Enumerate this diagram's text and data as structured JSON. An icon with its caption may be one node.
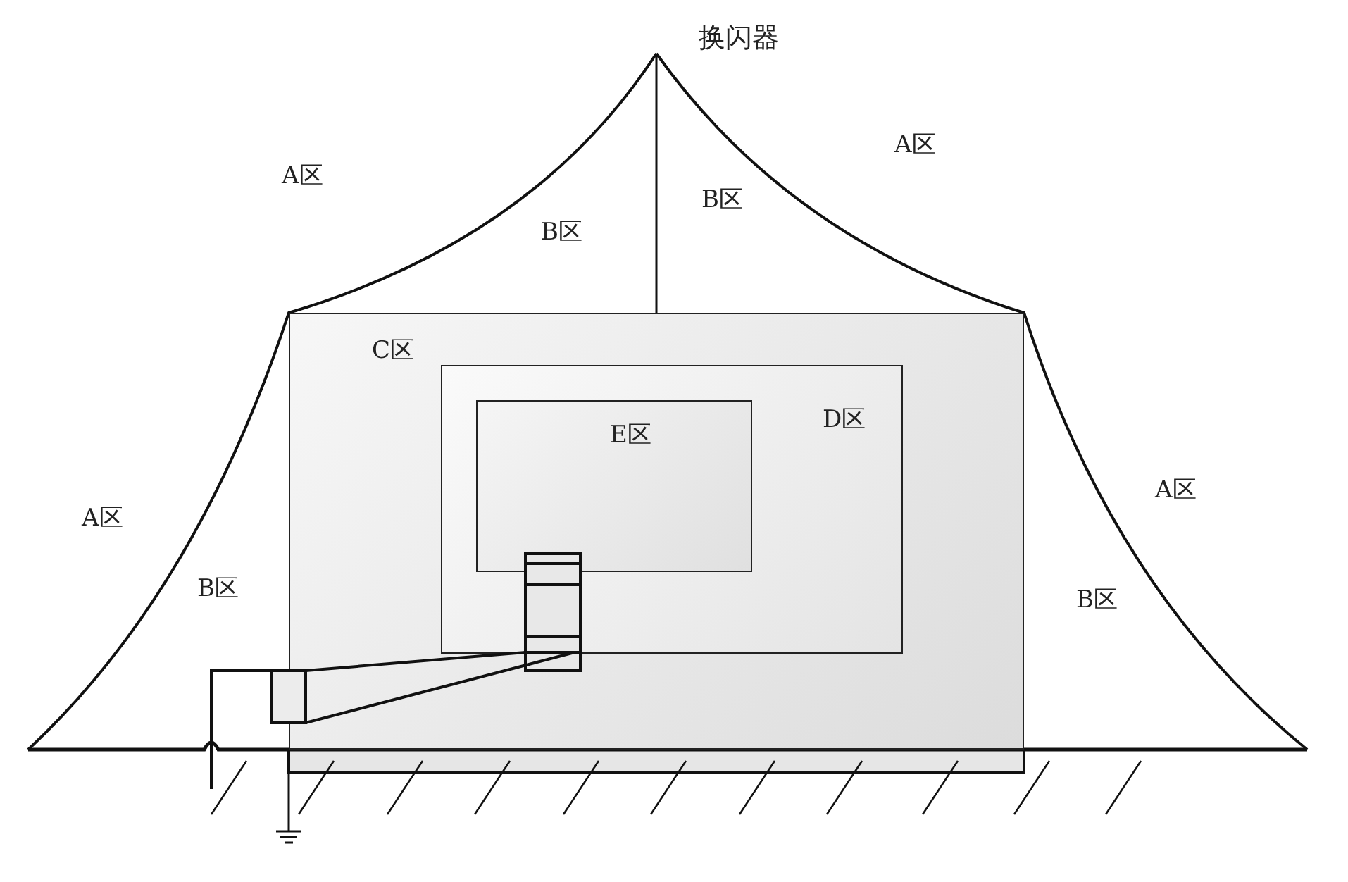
{
  "diagram": {
    "nodes": [
      {
        "text": [
          "C区"
        ]
      },
      {
        "text": [
          "D区"
        ],
        "in": 0
      },
      {
        "text": [
          "E区"
        ],
        "in": 1
      }
    ],
    "labels": [
      "换闪器",
      "A区",
      "A区",
      "B区",
      "B区",
      "A区",
      "A区",
      "B区",
      "B区"
    ]
  }
}
